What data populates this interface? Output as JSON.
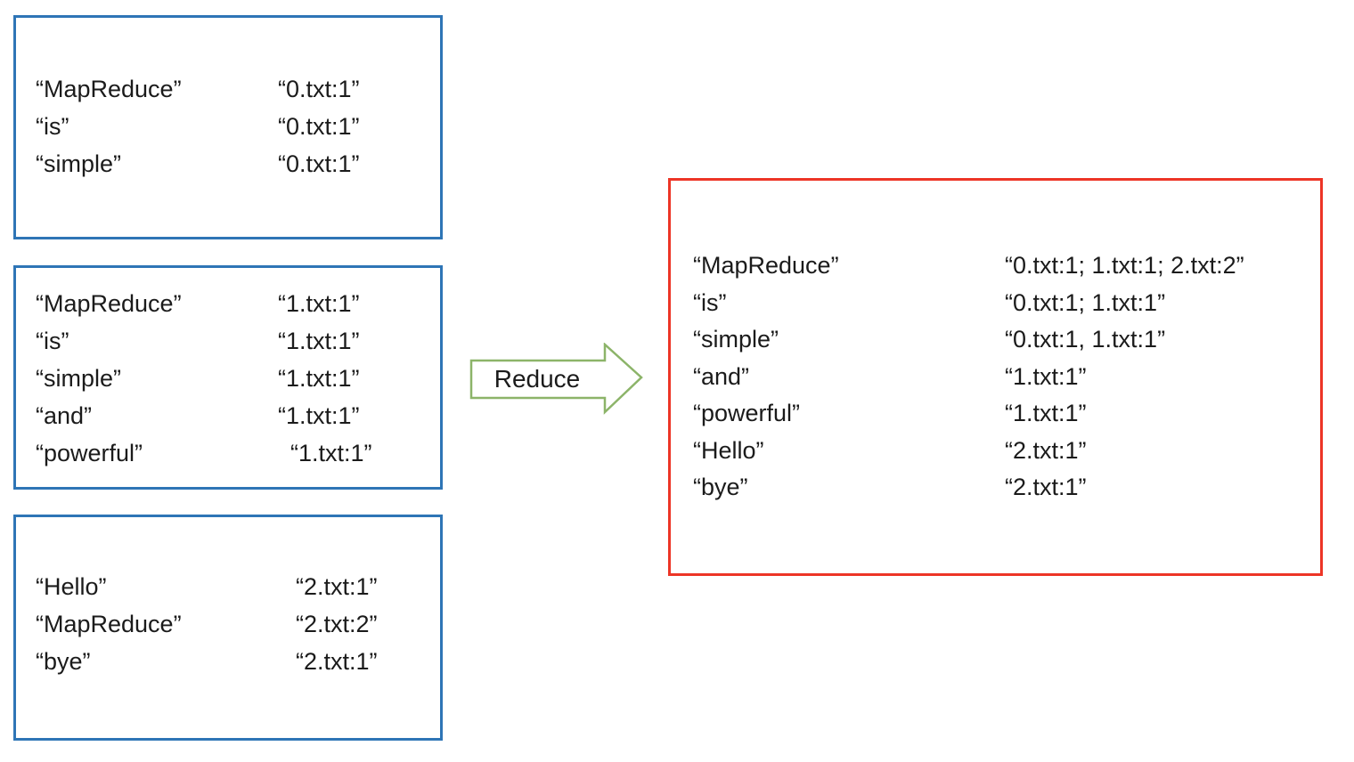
{
  "colors": {
    "box_blue": "#2e75b6",
    "box_red": "#ed3526",
    "arrow_green": "#8cb469",
    "text": "#1b1b1b"
  },
  "arrow": {
    "label": "Reduce"
  },
  "map_outputs": [
    {
      "rows": [
        {
          "key": "“MapReduce”",
          "value": "“0.txt:1”"
        },
        {
          "key": "“is”",
          "value": "“0.txt:1”"
        },
        {
          "key": "“simple”",
          "value": "“0.txt:1”"
        }
      ]
    },
    {
      "rows": [
        {
          "key": "“MapReduce”",
          "value": "“1.txt:1”"
        },
        {
          "key": "“is”",
          "value": "“1.txt:1”"
        },
        {
          "key": "“simple”",
          "value": "“1.txt:1”"
        },
        {
          "key": "“and”",
          "value": "“1.txt:1”"
        },
        {
          "key": "“powerful”",
          "value": "“1.txt:1”"
        }
      ]
    },
    {
      "rows": [
        {
          "key": "“Hello”",
          "value": "“2.txt:1”"
        },
        {
          "key": "“MapReduce”",
          "value": "“2.txt:2”"
        },
        {
          "key": "“bye”",
          "value": "“2.txt:1”"
        }
      ]
    }
  ],
  "reduce_output": {
    "rows": [
      {
        "key": "“MapReduce”",
        "value": "“0.txt:1; 1.txt:1; 2.txt:2”"
      },
      {
        "key": "“is”",
        "value": "“0.txt:1; 1.txt:1”"
      },
      {
        "key": "“simple”",
        "value": "“0.txt:1, 1.txt:1”"
      },
      {
        "key": "“and”",
        "value": "“1.txt:1”"
      },
      {
        "key": "“powerful”",
        "value": "“1.txt:1”"
      },
      {
        "key": "“Hello”",
        "value": "“2.txt:1”"
      },
      {
        "key": "“bye”",
        "value": "“2.txt:1”"
      }
    ]
  }
}
